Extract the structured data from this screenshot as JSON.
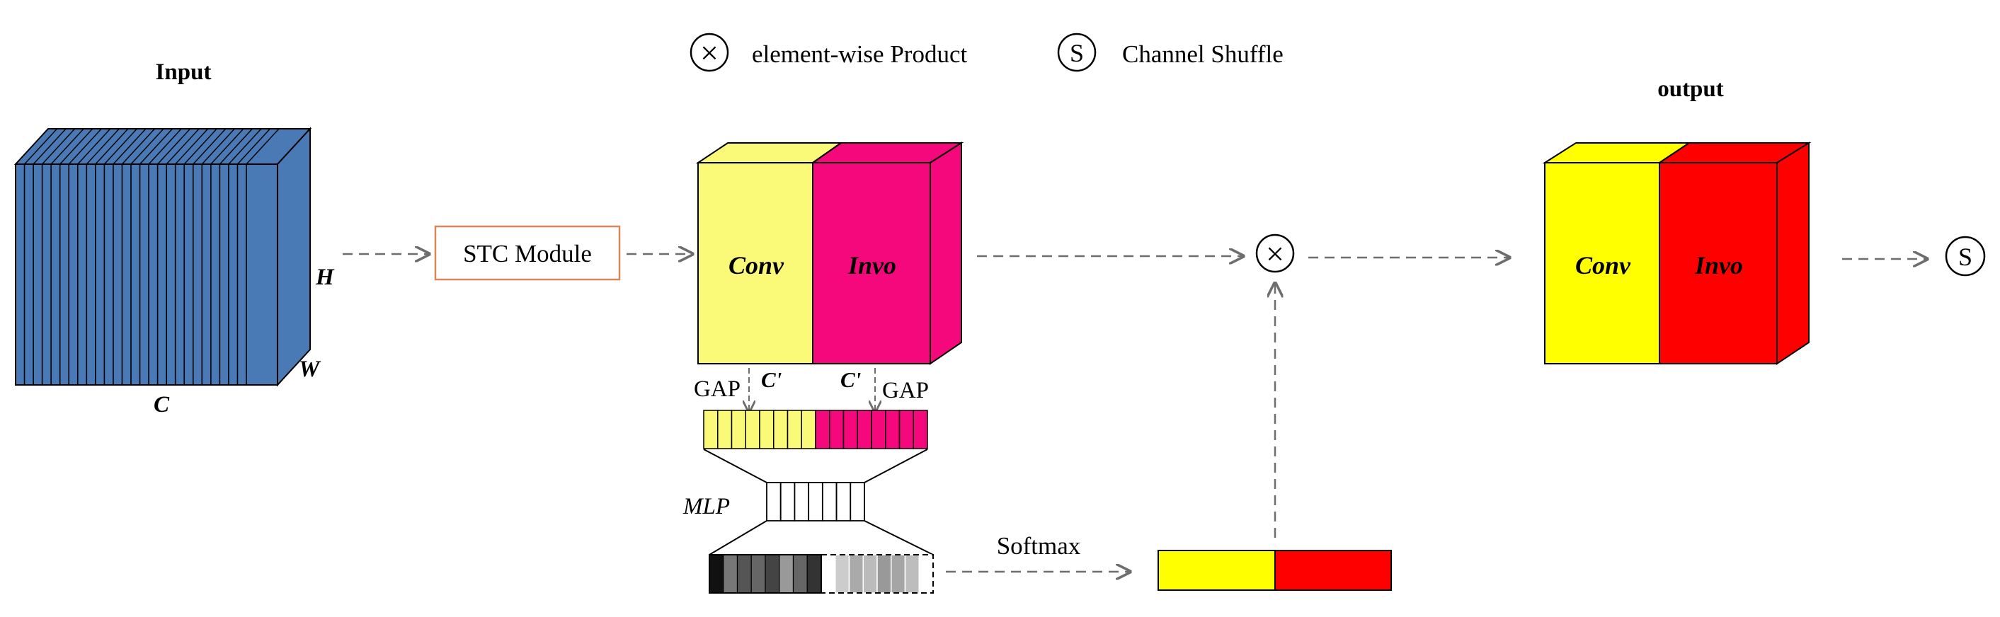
{
  "legend": {
    "product_symbol": "×",
    "product_label": "element-wise Product",
    "shuffle_symbol": "S",
    "shuffle_label": "Channel Shuffle"
  },
  "input": {
    "title": "Input",
    "dim_h": "H",
    "dim_w": "W",
    "dim_c": "C",
    "color": "#4a7ab5"
  },
  "stc_module": {
    "label": "STC Module",
    "border_color": "#d9875a"
  },
  "middle_block": {
    "conv_label": "Conv",
    "invo_label": "Invo",
    "conv_color": "#fafa78",
    "invo_color": "#f5087b"
  },
  "gap": {
    "left_label": "GAP",
    "left_channels": "C'",
    "right_channels": "C'",
    "right_label": "GAP"
  },
  "mlp_label": "MLP",
  "softmax_label": "Softmax",
  "merge_symbol": "×",
  "output": {
    "title": "output",
    "conv_label": "Conv",
    "invo_label": "Invo",
    "conv_color": "#ffff00",
    "invo_color": "#ff0000"
  },
  "final_symbol": "S"
}
